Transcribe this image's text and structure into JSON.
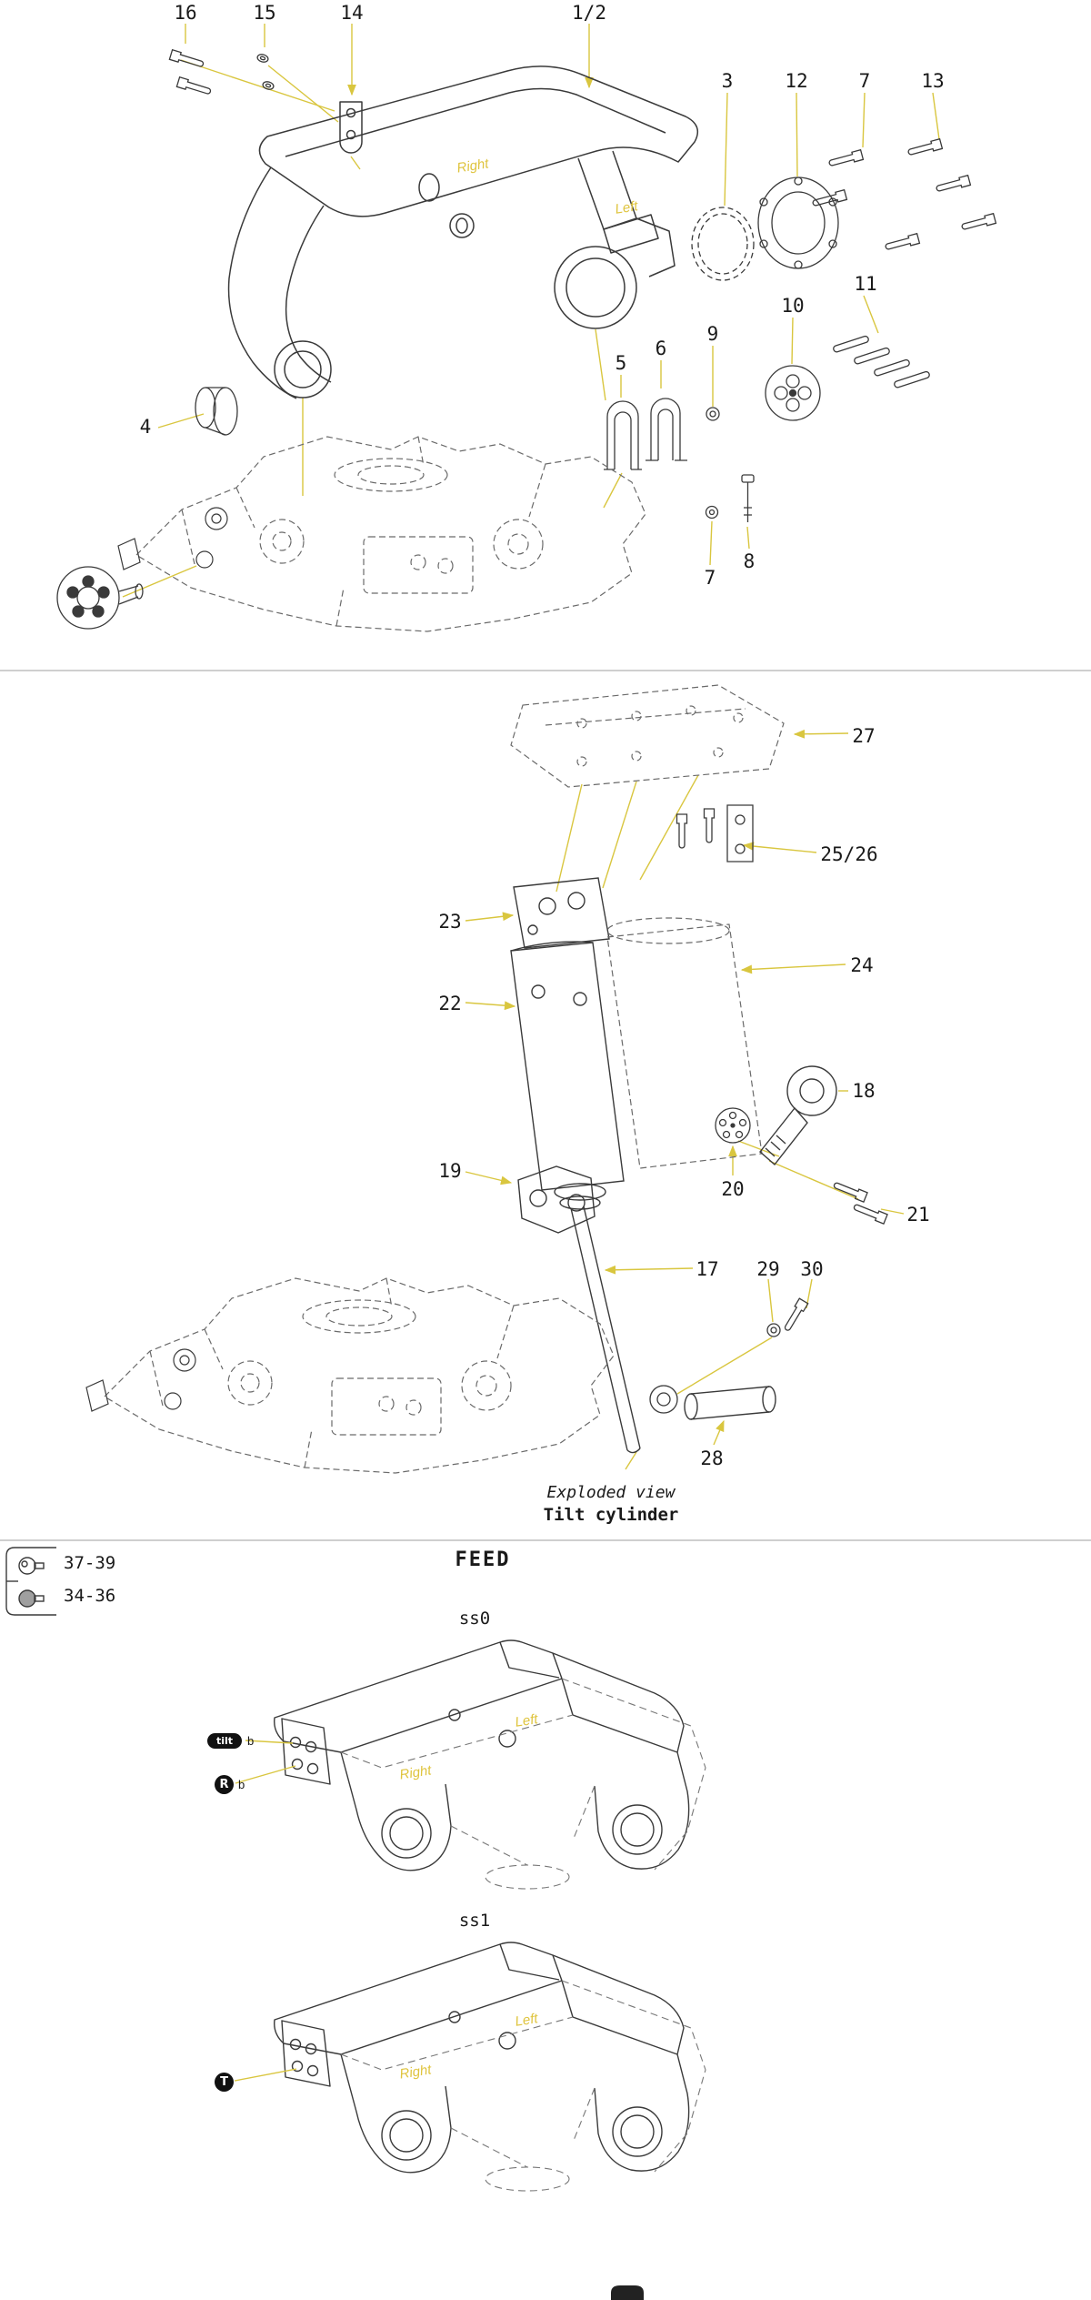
{
  "palette": {
    "line": "#3a3a3a",
    "hidden_line": "#6a6a6a",
    "leader": "#d9c63f",
    "orientation_label": "#dfc43e",
    "badge_bg": "#111111",
    "divider": "#cfcfcf"
  },
  "top_view": {
    "part_labels": [
      "16",
      "15",
      "14",
      "1/2",
      "3",
      "12",
      "7",
      "13",
      "4",
      "5",
      "6",
      "9",
      "10",
      "11",
      "7",
      "8"
    ],
    "orientation": {
      "right": "Right",
      "left": "Left"
    }
  },
  "middle_view": {
    "part_labels": [
      "27",
      "25/26",
      "23",
      "24",
      "22",
      "18",
      "19",
      "20",
      "21",
      "17",
      "29",
      "30",
      "28"
    ],
    "caption": {
      "line1": "Exploded view",
      "line2": "Tilt cylinder"
    }
  },
  "feed_section": {
    "title": "FEED",
    "legend": {
      "items": [
        {
          "range": "37-39"
        },
        {
          "range": "34-36"
        }
      ]
    },
    "views": [
      {
        "name": "ss0",
        "orientation": {
          "left": "Left",
          "right": "Right"
        },
        "badges": [
          {
            "symbol": "tilt",
            "suffix": "b"
          },
          {
            "symbol": "R",
            "suffix": "b"
          }
        ]
      },
      {
        "name": "ss1",
        "orientation": {
          "left": "Left",
          "right": "Right"
        },
        "badges": [
          {
            "symbol": "T",
            "suffix": ""
          }
        ]
      }
    ]
  }
}
